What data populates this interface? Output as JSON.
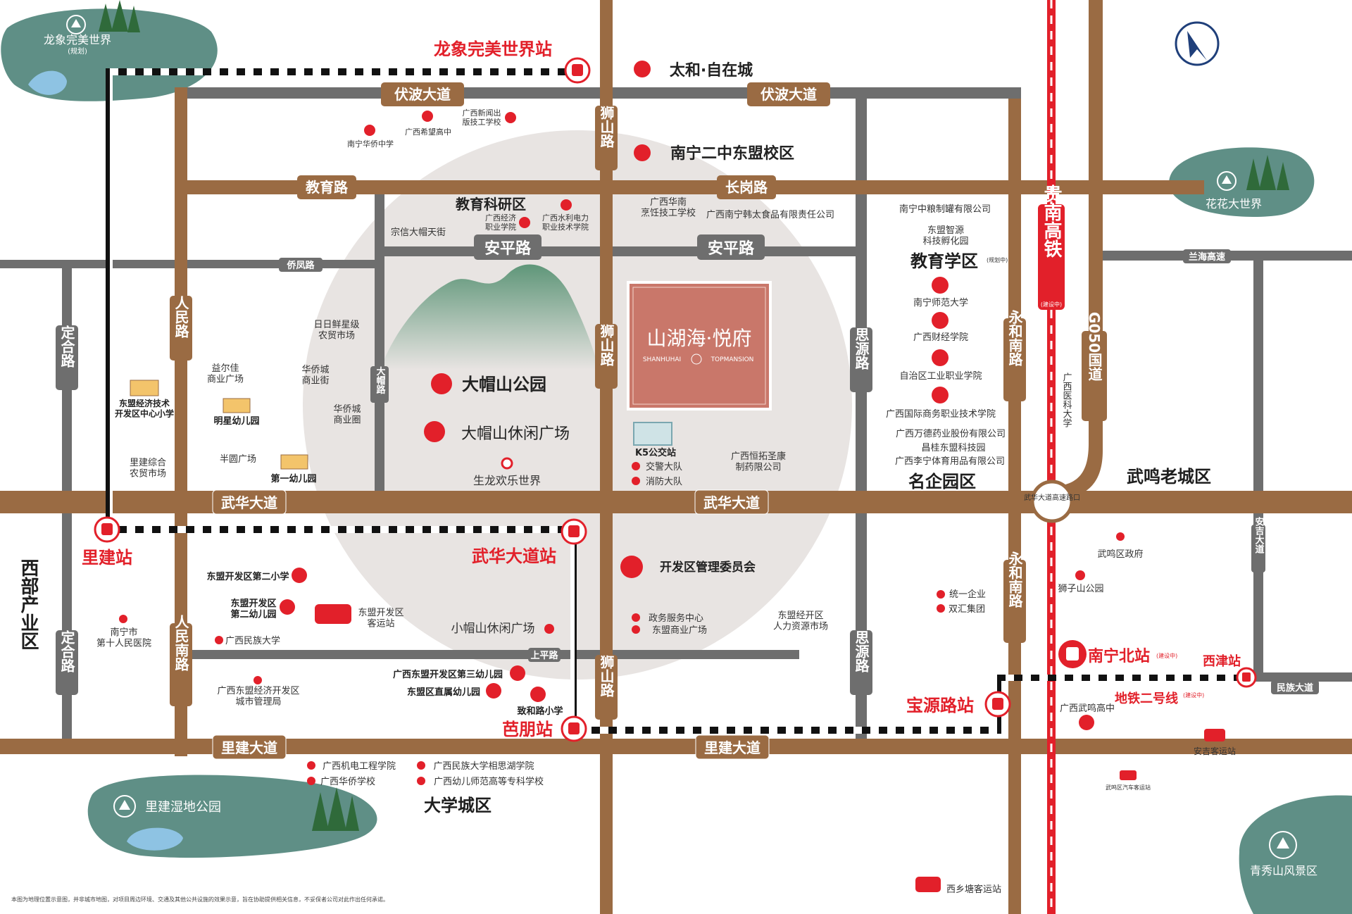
{
  "roads": {
    "fubo": "伏波大道",
    "jiaoyu": "教育路",
    "changgang": "长岗路",
    "qiaofeng": "侨凤路",
    "anping": "安平路",
    "wuhua": "武华大道",
    "shangping": "上平路",
    "lijian": "里建大道",
    "shishan": "狮山路",
    "renmin_n": "人民路",
    "renmin_s": "人民南路",
    "dinghe": "定合路",
    "damao": "大帽路",
    "siyuan": "思源路",
    "yonghe_s": "永和南路",
    "g050": "G050国道",
    "lanhai": "兰海高速",
    "anji": "安吉大道",
    "minzu": "民族大道",
    "guinan_title": "贵南高铁",
    "guinan_sub": "(建设中)",
    "metro2": "地铁二号线",
    "metro2_sub": "(建设中)",
    "yikeda": "广西医科大学",
    "hsk": "武华大道高速路口"
  },
  "stations": {
    "longxiang": "龙象完美世界站",
    "lijian": "里建站",
    "wuhua": "武华大道站",
    "bapeng": "芭朋站",
    "baoyuan": "宝源路站",
    "nanningbei": "南宁北站",
    "nanningbei_sub": "(建设中)",
    "xijin": "西津站"
  },
  "project": {
    "name": "山湖海·悦府",
    "en_left": "SHANHUHAI",
    "en_right": "TOPMANSION"
  },
  "areas": {
    "jiaoyu_keyan": "教育科研区",
    "jiaoyu_xuequ": "教育学区",
    "jiaoyu_xuequ_sub": "(规划中)",
    "mingqi": "名企园区",
    "wuming": "武鸣老城区",
    "xibu": "西部产业区",
    "daxue": "大学城区"
  },
  "parks": {
    "longxiang": "龙象完美世界",
    "longxiang_sub": "(规划)",
    "huahua": "花花大世界",
    "lijian": "里建湿地公园",
    "qingxiu": "青秀山风景区"
  },
  "landmarks": {
    "taihe": "太和·自在城",
    "erzhong": "南宁二中东盟校区",
    "damaoshan": "大帽山公园",
    "damaoshan_square": "大帽山休闲广场",
    "shenglong": "生龙欢乐世界",
    "k5": "K5公交站",
    "jiaojing": "交警大队",
    "xiaofang": "消防大队",
    "guanwei": "开发区管理委员会",
    "xiaomao": "小帽山休闲广场",
    "zhengwu": "政务服务中心",
    "dongmeng_shangye": "东盟商业广场",
    "hengtuo": "广西恒拓圣康\n制药限公司",
    "renli": "东盟经开区\n人力资源市场"
  },
  "pois": {
    "huaqiao_zx": "南宁华侨中学",
    "xiwang": "广西希望高中",
    "xinwen": "广西新闻出\n版技工学校",
    "zongxin": "宗信大帽天街",
    "jingji_zy": "广西经济\n职业学院",
    "shuili": "广西水利电力\n职业技术学院",
    "hn_pengren": "广西华南\n烹饪技工学校",
    "hantai": "广西南宁韩太食品有限责任公司",
    "zhenguan": "南宁中粮制罐有限公司",
    "zhiyuan": "东盟智源\n科技孵化园",
    "shifan": "南宁师范大学",
    "caijing": "广西财经学院",
    "gongye": "自治区工业职业学院",
    "guoji": "广西国际商务职业技术学院",
    "wande": "广西万德药业股份有限公司",
    "changgui": "昌桂东盟科技园",
    "lining": "广西李宁体育用品有限公司",
    "ririxian": "日日鲜星级\n农贸市场",
    "yierjia": "益尔佳\n商业广场",
    "huaqiaocheng_jie": "华侨城\n商业街",
    "huaqiaocheng_quan": "华侨城\n商业圈",
    "xiaoxue_center": "东盟经济技术\n开发区中心小学",
    "mingxing": "明星幼儿园",
    "banyuan": "半圆广场",
    "diyi": "第一幼儿园",
    "lijian_nongmao": "里建综合\n农贸市场",
    "dm_er_xiao": "东盟开发区第二小学",
    "dm_er_you": "东盟开发区\n第二幼儿园",
    "keyun": "东盟开发区\n客运站",
    "minzu_da": "广西民族大学",
    "renmin_yy": "南宁市\n第十人民医院",
    "chengshi": "广西东盟经济开发区\n城市管理局",
    "san_you": "广西东盟开发区第三幼儿园",
    "zhishu_you": "东盟区直属幼儿园",
    "zhihe": "致和路小学",
    "jidian": "广西机电工程学院",
    "huaqiao_xx": "广西华侨学校",
    "xiangsihu": "广西民族大学相思湖学院",
    "youer_gz": "广西幼儿师范高等专科学校",
    "xixiangtang": "西乡塘客运站",
    "tongyi": "统一企业",
    "shuanghui": "双汇集团",
    "wuming_zf": "武鸣区政府",
    "shizishan": "狮子山公园",
    "wuming_gz": "广西武鸣高中",
    "anji_ky": "安吉客运站",
    "wuming_qc": "武鸣区汽车客运站"
  },
  "disclaimer": "本图为地理位置示意图，并非城市地图，对项目周边环境、交通及其他公共设施的效果示意，旨在协助提供相关信息，不妥保者公司对此作出任何承诺。",
  "colors": {
    "road": "#9a6b43",
    "grey_road": "#6e6e6e",
    "red": "#e2202a",
    "circle": "#e8e4e2",
    "project": "#c9776a",
    "park": "#5f8f86",
    "hill": "#74a38a"
  }
}
